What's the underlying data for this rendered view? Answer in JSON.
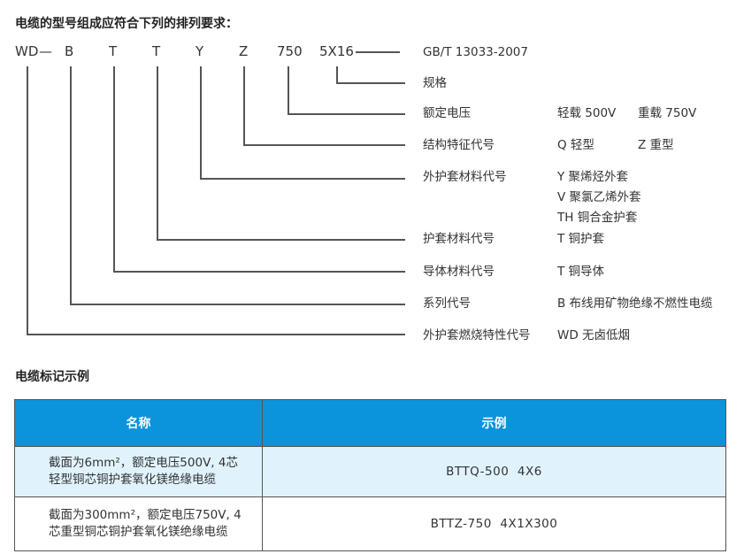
{
  "title": "电缆的型号组成应符合下列的排列要求：",
  "model_code": {
    "parts": [
      "WD",
      "B",
      "T",
      "T",
      "Y",
      "Z",
      "750",
      "5X16"
    ],
    "separator": "—",
    "standard": "GB/T 13033-2007"
  },
  "legend": [
    {
      "code": "5X16",
      "label": "规格",
      "values": []
    },
    {
      "code": "750",
      "label": "额定电压",
      "values": [
        "轻载 500V",
        "重载 750V"
      ]
    },
    {
      "code": "Z",
      "label": "结构特征代号",
      "values": [
        "Q 轻型",
        "Z 重型"
      ]
    },
    {
      "code": "Y",
      "label": "外护套材料代号",
      "values": [
        "Y 聚烯烃外套",
        "V 聚氯乙烯外套",
        "TH 铜合金护套"
      ]
    },
    {
      "code": "T",
      "label": "护套材料代号",
      "values": [
        "T 铜护套"
      ]
    },
    {
      "code": "T",
      "label": "导体材料代号",
      "values": [
        "T 铜导体"
      ]
    },
    {
      "code": "B",
      "label": "系列代号",
      "values": [
        "B 布线用矿物绝缘不燃性电缆"
      ]
    },
    {
      "code": "WD",
      "label": "外护套燃烧特性代号",
      "values": [
        "WD 无卤低烟"
      ]
    }
  ],
  "example_section": {
    "title": "电缆标记示例",
    "headers": [
      "名称",
      "示例"
    ],
    "rows": [
      {
        "name": "截面为6mm²，额定电压500V, 4芯轻型铜芯铜护套氧化镁绝缘电缆",
        "example": "BTTQ-500  4X6"
      },
      {
        "name": "截面为300mm²，额定电压750V, 4芯重型铜芯铜护套氧化镁绝缘电缆",
        "example": "BTTZ-750  4X1X300"
      }
    ]
  },
  "colors": {
    "header_bg": "#0b94db",
    "row_highlight_bg": "#e0f3fc",
    "line": "#555555",
    "text": "#333333"
  }
}
